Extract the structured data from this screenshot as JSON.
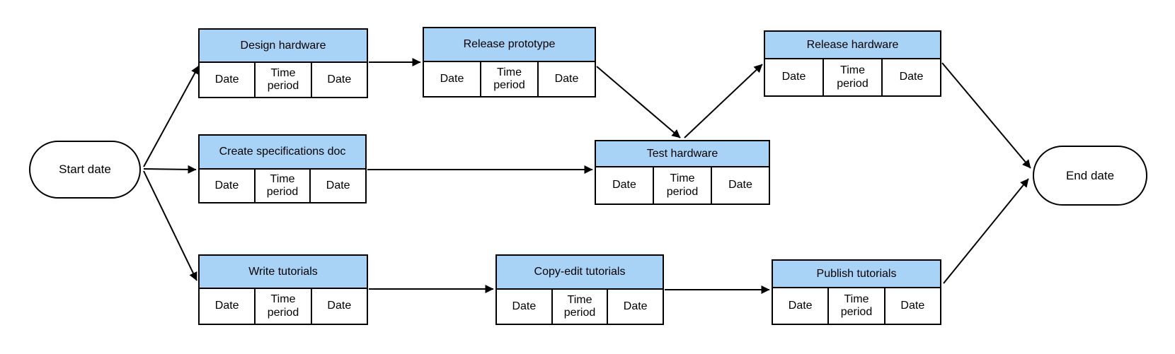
{
  "diagram_type": "project-network-pert-chart",
  "colors": {
    "header_fill": "#A9D2F7",
    "node_border": "#000000",
    "edge_color": "#000000",
    "background": "#FFFFFF",
    "text": "#000000"
  },
  "start_node": {
    "label": "Start date"
  },
  "end_node": {
    "label": "End date"
  },
  "tasks": [
    {
      "id": "design-hardware",
      "title": "Design hardware",
      "cells": [
        "Date",
        "Time period",
        "Date"
      ]
    },
    {
      "id": "release-prototype",
      "title": "Release prototype",
      "cells": [
        "Date",
        "Time period",
        "Date"
      ]
    },
    {
      "id": "release-hardware",
      "title": "Release hardware",
      "cells": [
        "Date",
        "Time period",
        "Date"
      ]
    },
    {
      "id": "create-specifications-doc",
      "title": "Create specifications doc",
      "cells": [
        "Date",
        "Time period",
        "Date"
      ]
    },
    {
      "id": "test-hardware",
      "title": "Test hardware",
      "cells": [
        "Date",
        "Time period",
        "Date"
      ]
    },
    {
      "id": "write-tutorials",
      "title": "Write tutorials",
      "cells": [
        "Date",
        "Time period",
        "Date"
      ]
    },
    {
      "id": "copy-edit-tutorials",
      "title": "Copy-edit tutorials",
      "cells": [
        "Date",
        "Time period",
        "Date"
      ]
    },
    {
      "id": "publish-tutorials",
      "title": "Publish tutorials",
      "cells": [
        "Date",
        "Time period",
        "Date"
      ]
    }
  ],
  "edges": [
    {
      "from": "start-date",
      "to": "design-hardware"
    },
    {
      "from": "start-date",
      "to": "create-specifications-doc"
    },
    {
      "from": "start-date",
      "to": "write-tutorials"
    },
    {
      "from": "design-hardware",
      "to": "release-prototype"
    },
    {
      "from": "release-prototype",
      "to": "test-hardware"
    },
    {
      "from": "create-specifications-doc",
      "to": "test-hardware"
    },
    {
      "from": "test-hardware",
      "to": "release-hardware"
    },
    {
      "from": "release-hardware",
      "to": "end-date"
    },
    {
      "from": "write-tutorials",
      "to": "copy-edit-tutorials"
    },
    {
      "from": "copy-edit-tutorials",
      "to": "publish-tutorials"
    },
    {
      "from": "publish-tutorials",
      "to": "end-date"
    }
  ]
}
